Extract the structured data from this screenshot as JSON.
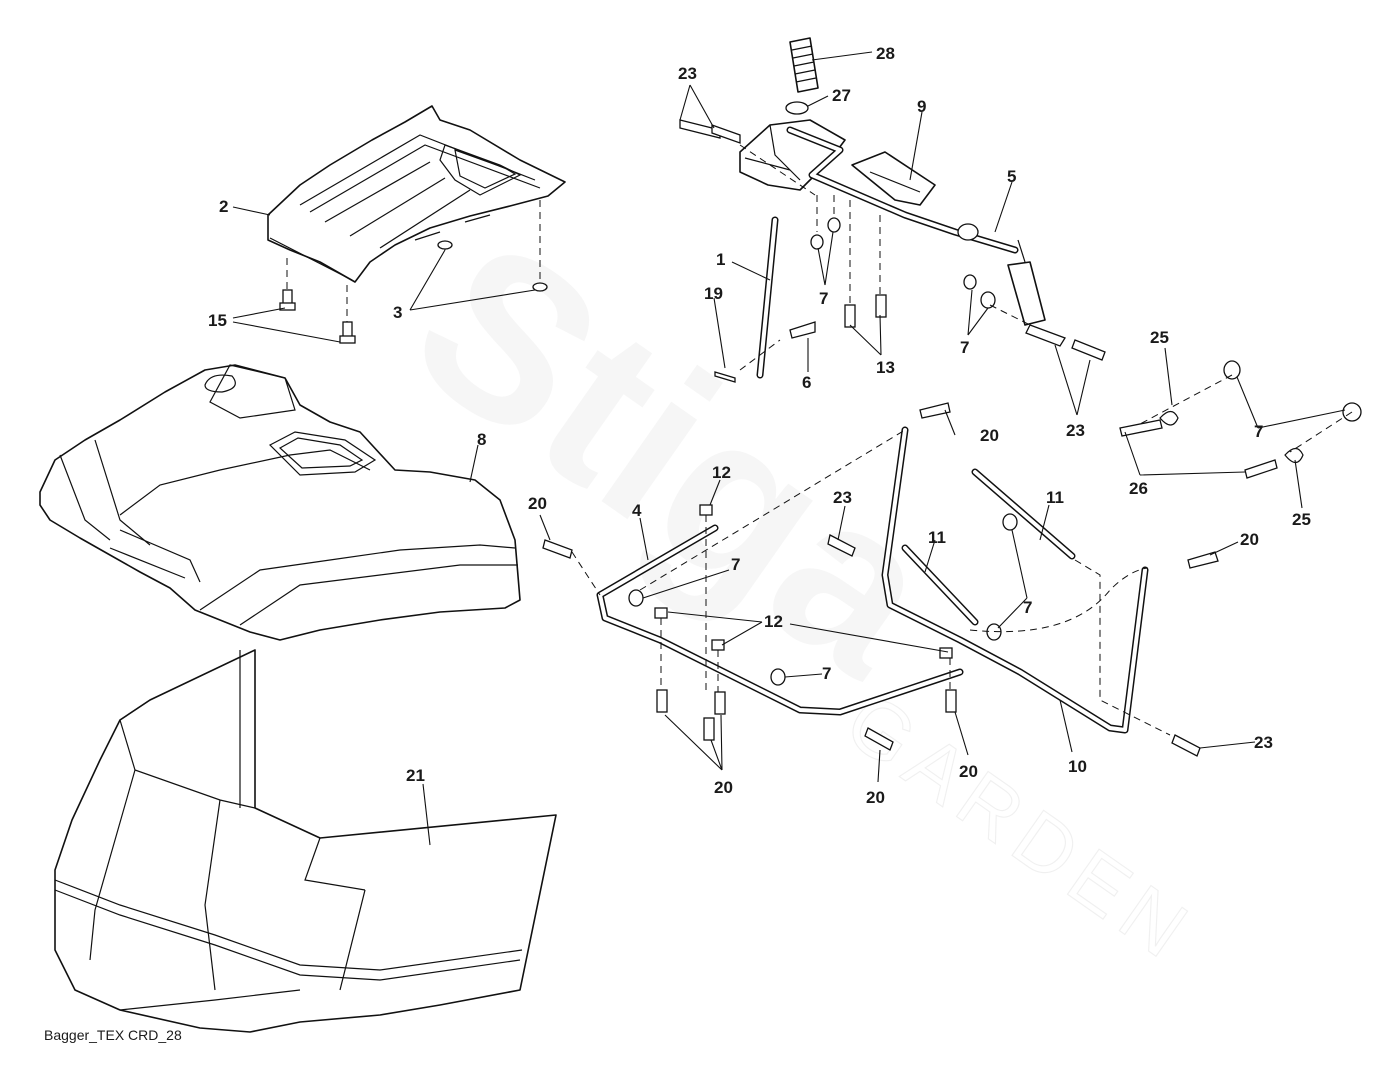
{
  "watermark": {
    "brand": "Stiga",
    "sub": "GARDEN"
  },
  "caption": "Bagger_TEX CRD_28",
  "callouts": [
    {
      "id": "c28",
      "label": "28"
    },
    {
      "id": "c23a",
      "label": "23"
    },
    {
      "id": "c27",
      "label": "27"
    },
    {
      "id": "c9",
      "label": "9"
    },
    {
      "id": "c2",
      "label": "2"
    },
    {
      "id": "c5",
      "label": "5"
    },
    {
      "id": "c1",
      "label": "1"
    },
    {
      "id": "c7a",
      "label": "7"
    },
    {
      "id": "c19",
      "label": "19"
    },
    {
      "id": "c15",
      "label": "15"
    },
    {
      "id": "c3",
      "label": "3"
    },
    {
      "id": "c13",
      "label": "13"
    },
    {
      "id": "c6",
      "label": "6"
    },
    {
      "id": "c7b",
      "label": "7"
    },
    {
      "id": "c25a",
      "label": "25"
    },
    {
      "id": "c23b",
      "label": "23"
    },
    {
      "id": "c8",
      "label": "8"
    },
    {
      "id": "c20a",
      "label": "20"
    },
    {
      "id": "c7c",
      "label": "7"
    },
    {
      "id": "c26",
      "label": "26"
    },
    {
      "id": "c12a",
      "label": "12"
    },
    {
      "id": "c11a",
      "label": "11"
    },
    {
      "id": "c20b",
      "label": "20"
    },
    {
      "id": "c4",
      "label": "4"
    },
    {
      "id": "c23c",
      "label": "23"
    },
    {
      "id": "c25b",
      "label": "25"
    },
    {
      "id": "c11b",
      "label": "11"
    },
    {
      "id": "c20c",
      "label": "20"
    },
    {
      "id": "c7d",
      "label": "7"
    },
    {
      "id": "c7e",
      "label": "7"
    },
    {
      "id": "c12b",
      "label": "12"
    },
    {
      "id": "c7f",
      "label": "7"
    },
    {
      "id": "c23d",
      "label": "23"
    },
    {
      "id": "c10",
      "label": "10"
    },
    {
      "id": "c20d",
      "label": "20"
    },
    {
      "id": "c21",
      "label": "21"
    },
    {
      "id": "c20e",
      "label": "20"
    },
    {
      "id": "c20f",
      "label": "20"
    }
  ]
}
